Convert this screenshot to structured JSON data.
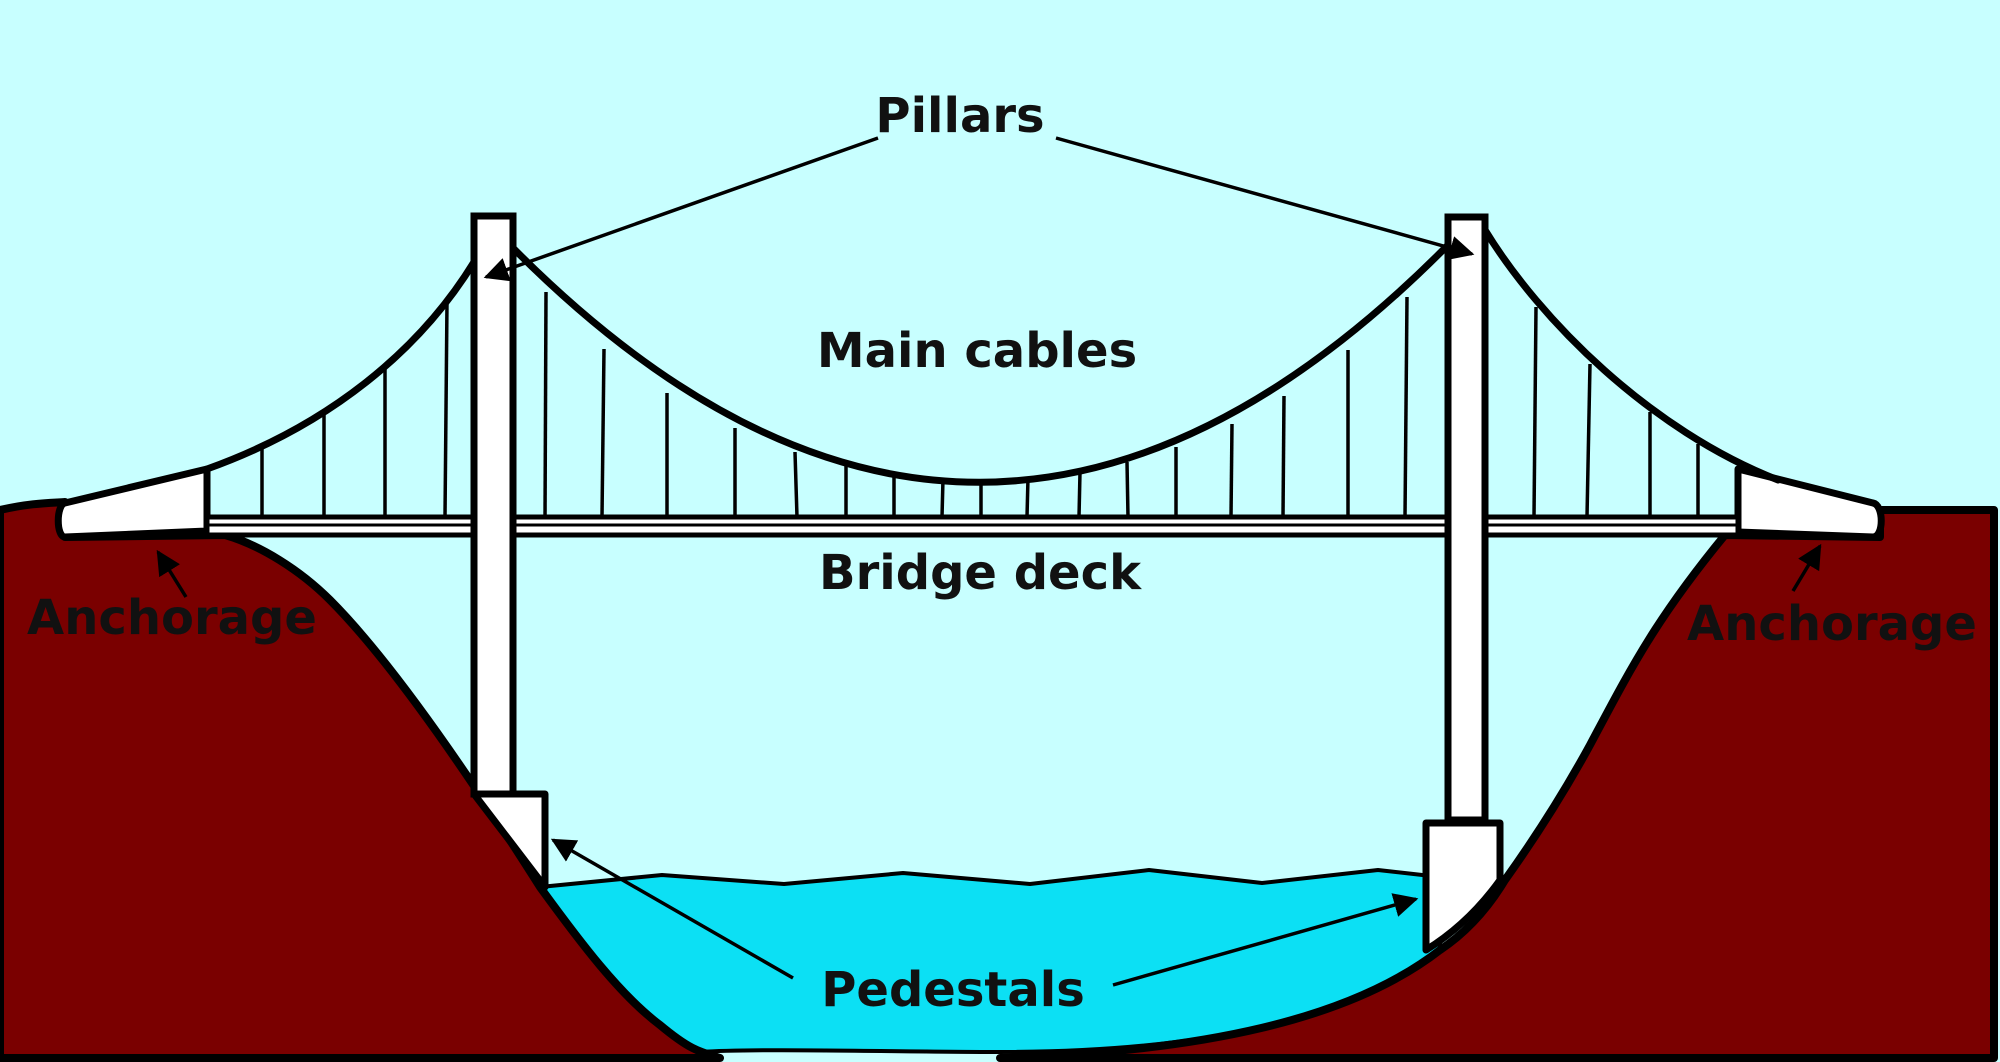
{
  "title": "Suspension bridge diagram",
  "colors": {
    "sky": "#c8ffff",
    "ground": "#7a0000",
    "water": "#0ce0f4",
    "structure": "#ffffff",
    "outline": "#000000",
    "text": "#111111"
  },
  "labels": {
    "pillars": "Pillars",
    "main_cables": "Main cables",
    "bridge_deck": "Bridge deck",
    "anchorage_left": "Anchorage",
    "anchorage_right": "Anchorage",
    "pedestals": "Pedestals"
  }
}
